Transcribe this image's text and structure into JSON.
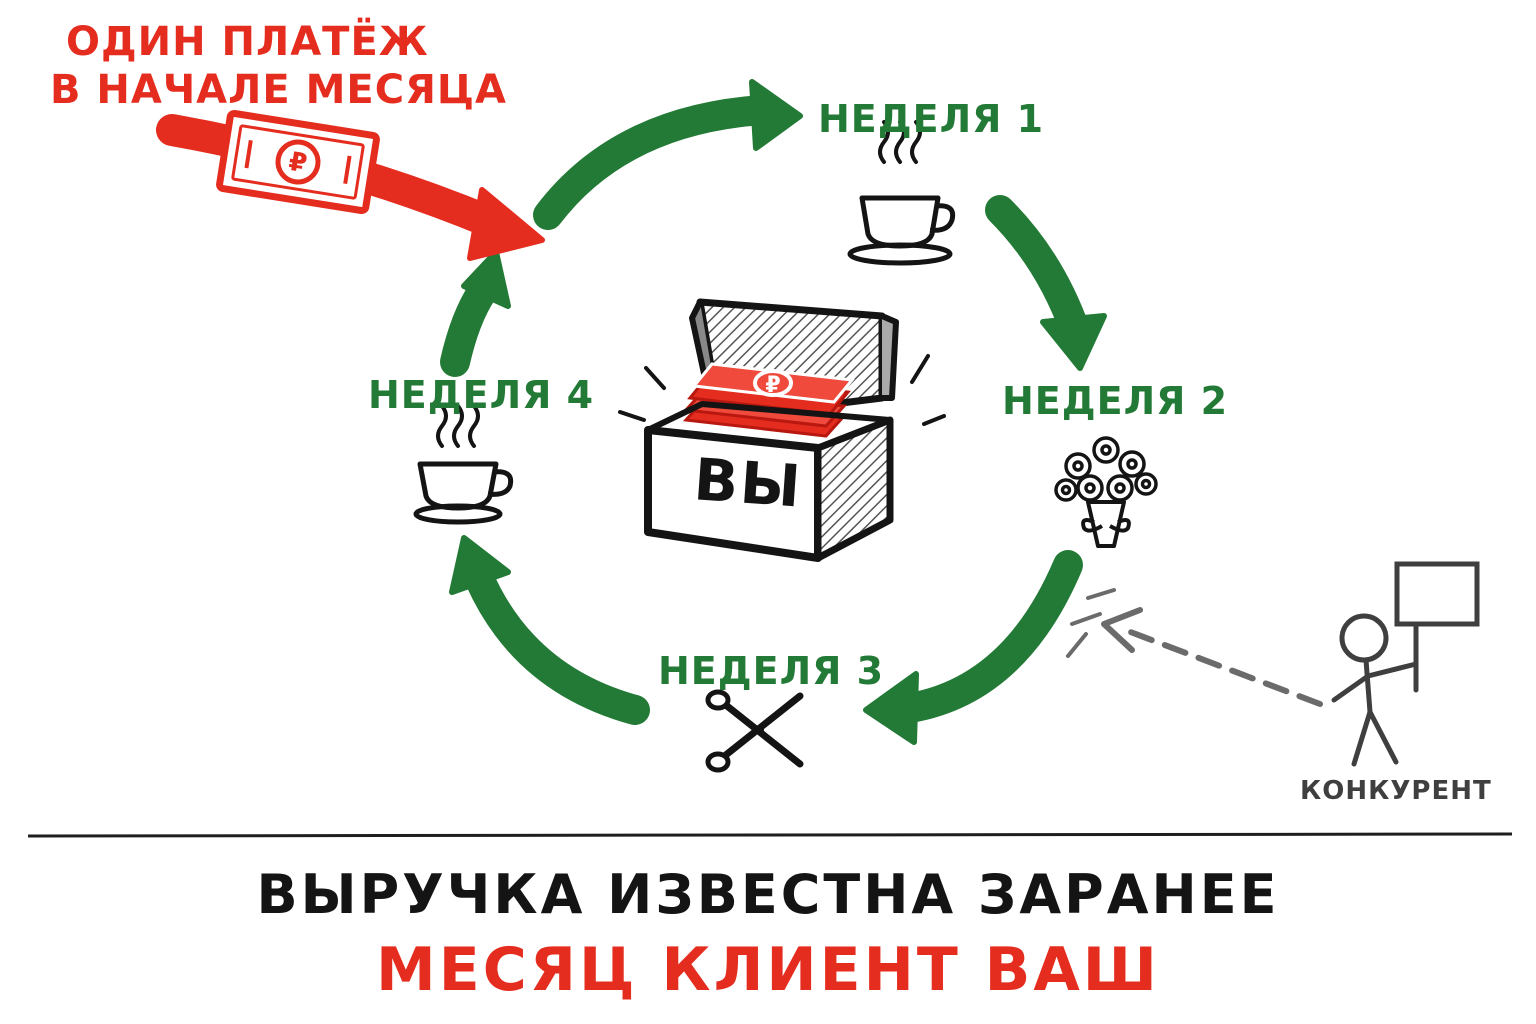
{
  "colors": {
    "red": "#e52d1f",
    "green": "#237a36",
    "ink": "#141414"
  },
  "intro": {
    "line1": "ОДИН ПЛАТЁЖ",
    "line2": "В НАЧАЛЕ МЕСЯЦА",
    "icon": "ruble-banknote-icon"
  },
  "cycle": {
    "weeks": [
      {
        "label": "НЕДЕЛЯ 1",
        "icon": "coffee-cup-icon"
      },
      {
        "label": "НЕДЕЛЯ 2",
        "icon": "flower-bouquet-icon"
      },
      {
        "label": "НЕДЕЛЯ 3",
        "icon": "scissors-icon"
      },
      {
        "label": "НЕДЕЛЯ 4",
        "icon": "coffee-cup-icon"
      }
    ]
  },
  "chest": {
    "label": "ВЫ",
    "icon": "treasure-chest-icon",
    "contents_icon": "ruble-banknote-stack-icon"
  },
  "competitor": {
    "label": "КОНКУРЕНТ",
    "icon": "stick-figure-with-sign-icon"
  },
  "footer": {
    "line1": "ВЫРУЧКА ИЗВЕСТНА ЗАРАНЕЕ",
    "line2": "МЕСЯЦ КЛИЕНТ ВАШ"
  }
}
